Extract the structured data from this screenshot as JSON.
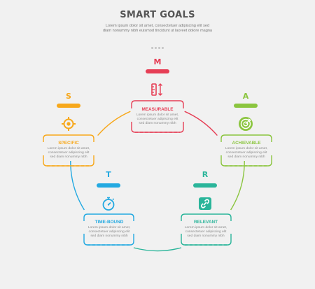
{
  "header": {
    "title": "SMART GOALS",
    "subtitle": "Lorem ipsum dolor sit amet, consectetuer adipiscing elit sed diam nonummy nibh euismod tincidunt ut laoreet dolore magna"
  },
  "steps": [
    {
      "letter": "M",
      "label": "MEASURABLE",
      "text": "Lorem ipsum dolor sit amet, consectetuer adipiscing elit sed diam nonummy nibh",
      "color": "#e63e55",
      "icon": "ruler-icon"
    },
    {
      "letter": "A",
      "label": "ACHIEVABLE",
      "text": "Lorem ipsum dolor sit amet, consectetuer adipiscing elit sed diam nonummy nibh",
      "color": "#8bc53f",
      "icon": "target-icon"
    },
    {
      "letter": "R",
      "label": "RELEVANT",
      "text": "Lorem ipsum dolor sit amet, consectetuer adipiscing elit sed diam nonummy nibh",
      "color": "#2ab59a",
      "icon": "link-icon"
    },
    {
      "letter": "T",
      "label": "TIME-BOUND",
      "text": "Lorem ipsum dolor sit amet, consectetuer adipiscing elit sed diam nonummy nibh",
      "color": "#23a9e1",
      "icon": "stopwatch-icon"
    },
    {
      "letter": "S",
      "label": "SPECIFIC",
      "text": "Lorem ipsum dolor sit amet, consectetuer adipiscing elit sed diam nonummy nibh",
      "color": "#f7a81b",
      "icon": "crosshair-icon"
    }
  ]
}
